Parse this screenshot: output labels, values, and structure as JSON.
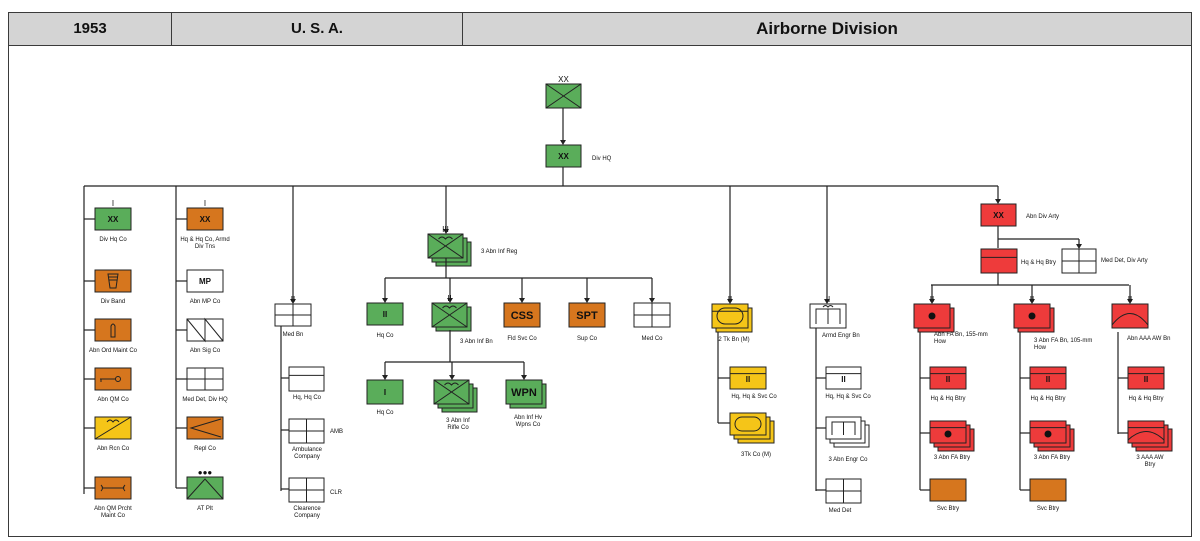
{
  "header": {
    "year": "1953",
    "country": "U. S. A.",
    "title": "Airborne Division"
  },
  "colors": {
    "infantry": "#5aad5a",
    "orange": "#d6761e",
    "yellow": "#f5c518",
    "red": "#ee3b3b",
    "white": "#ffffff",
    "line": "#222222"
  },
  "units": {
    "div_top": {
      "echelon": "XX",
      "label": ""
    },
    "div_hq": {
      "echelon": "",
      "label": "Div HQ",
      "inner": "XX"
    },
    "div_hq_co": {
      "echelon": "I",
      "label": "Div Hq Co",
      "inner": "XX"
    },
    "div_band": {
      "echelon": "",
      "label": "Div Band"
    },
    "abn_ord": {
      "echelon": "",
      "label": "Abn Ord Maint Co"
    },
    "abn_qm": {
      "echelon": "",
      "label": "Abn QM Co"
    },
    "abn_rcn": {
      "echelon": "",
      "label": "Abn Rcn Co"
    },
    "abn_qm_prcht": {
      "echelon": "",
      "label": "Abn QM Prcht Maint Co"
    },
    "hq_armd_trns": {
      "echelon": "I",
      "label": "Hq & Hq Co, Armd Div Tns",
      "inner": "XX"
    },
    "abn_mp": {
      "echelon": "",
      "label": "Abn MP Co",
      "inner": "MP"
    },
    "abn_sig": {
      "echelon": "",
      "label": "Abn Sig Co"
    },
    "med_det_hq": {
      "echelon": "",
      "label": "Med Det, Div HQ"
    },
    "repl_co": {
      "echelon": "",
      "label": "Repl Co"
    },
    "at_plt": {
      "echelon": "●●●",
      "label": "AT Plt"
    },
    "med_bn": {
      "echelon": "II",
      "label": "Med Bn"
    },
    "med_hq_co": {
      "echelon": "",
      "label": "Hq, Hq Co"
    },
    "ambulance": {
      "echelon": "",
      "label": "Ambulance Company",
      "tag": "AMB"
    },
    "clearence": {
      "echelon": "",
      "label": "Clearence Company",
      "tag": "CLR"
    },
    "inf_reg": {
      "echelon": "III",
      "label": "3 Abn Inf Reg"
    },
    "reg_hq_co": {
      "echelon": "",
      "label": "Hq Co",
      "inner": "II"
    },
    "inf_bn": {
      "echelon": "II",
      "label": "3 Abn Inf Bn"
    },
    "fld_svc": {
      "echelon": "",
      "label": "Fld Svc Co",
      "inner": "CSS"
    },
    "sup_co": {
      "echelon": "",
      "label": "Sup Co",
      "inner": "SPT"
    },
    "reg_med_co": {
      "echelon": "",
      "label": "Med Co"
    },
    "bn_hq_co": {
      "echelon": "",
      "label": "Hq Co",
      "inner": "I"
    },
    "rifle_co": {
      "echelon": "",
      "label": "3 Abn Inf Rifle Co"
    },
    "hv_wpns": {
      "echelon": "",
      "label": "Abn Inf Hv Wpns Co",
      "inner": "WPN"
    },
    "tk_bn": {
      "echelon": "II",
      "label": "2 Tk Bn (M)"
    },
    "tk_hq_svc": {
      "echelon": "",
      "label": "Hq, Hq & Svc Co",
      "inner": "II"
    },
    "tk_co": {
      "echelon": "",
      "label": "3Tk Co (M)"
    },
    "engr_bn": {
      "echelon": "II",
      "label": "Armd Engr Bn"
    },
    "engr_hq_svc": {
      "echelon": "",
      "label": "Hq, Hq & Svc Co",
      "inner": "II"
    },
    "engr_co": {
      "echelon": "",
      "label": "3 Abn Engr Co"
    },
    "engr_med": {
      "echelon": "",
      "label": "Med Det"
    },
    "div_arty": {
      "echelon": "",
      "label": "Abn Div Arty",
      "inner": "XX"
    },
    "arty_hq": {
      "echelon": "",
      "label": "Hq & Hq Btry"
    },
    "arty_med": {
      "echelon": "",
      "label": "Med Det, Div Arty"
    },
    "fa155": {
      "echelon": "II",
      "label": "Abn FA Bn, 155-mm How"
    },
    "fa155_hq": {
      "echelon": "",
      "label": "Hq & Hq Btry",
      "inner": "II"
    },
    "fa155_btry": {
      "echelon": "",
      "label": "3 Abn FA Btry"
    },
    "fa155_svc": {
      "echelon": "",
      "label": "Svc Btry"
    },
    "fa105": {
      "echelon": "II",
      "label": "3 Abn FA Bn, 105-mm How"
    },
    "fa105_hq": {
      "echelon": "",
      "label": "Hq & Hq Btry",
      "inner": "II"
    },
    "fa105_btry": {
      "echelon": "",
      "label": "3 Abn FA Btry"
    },
    "fa105_svc": {
      "echelon": "",
      "label": "Svc Btry"
    },
    "aaa_bn": {
      "echelon": "II",
      "label": "Abn AAA AW Bn"
    },
    "aaa_hq": {
      "echelon": "",
      "label": "Hq & Hq Btry",
      "inner": "II"
    },
    "aaa_btry": {
      "echelon": "",
      "label": "3 AAA AW Btry"
    }
  }
}
